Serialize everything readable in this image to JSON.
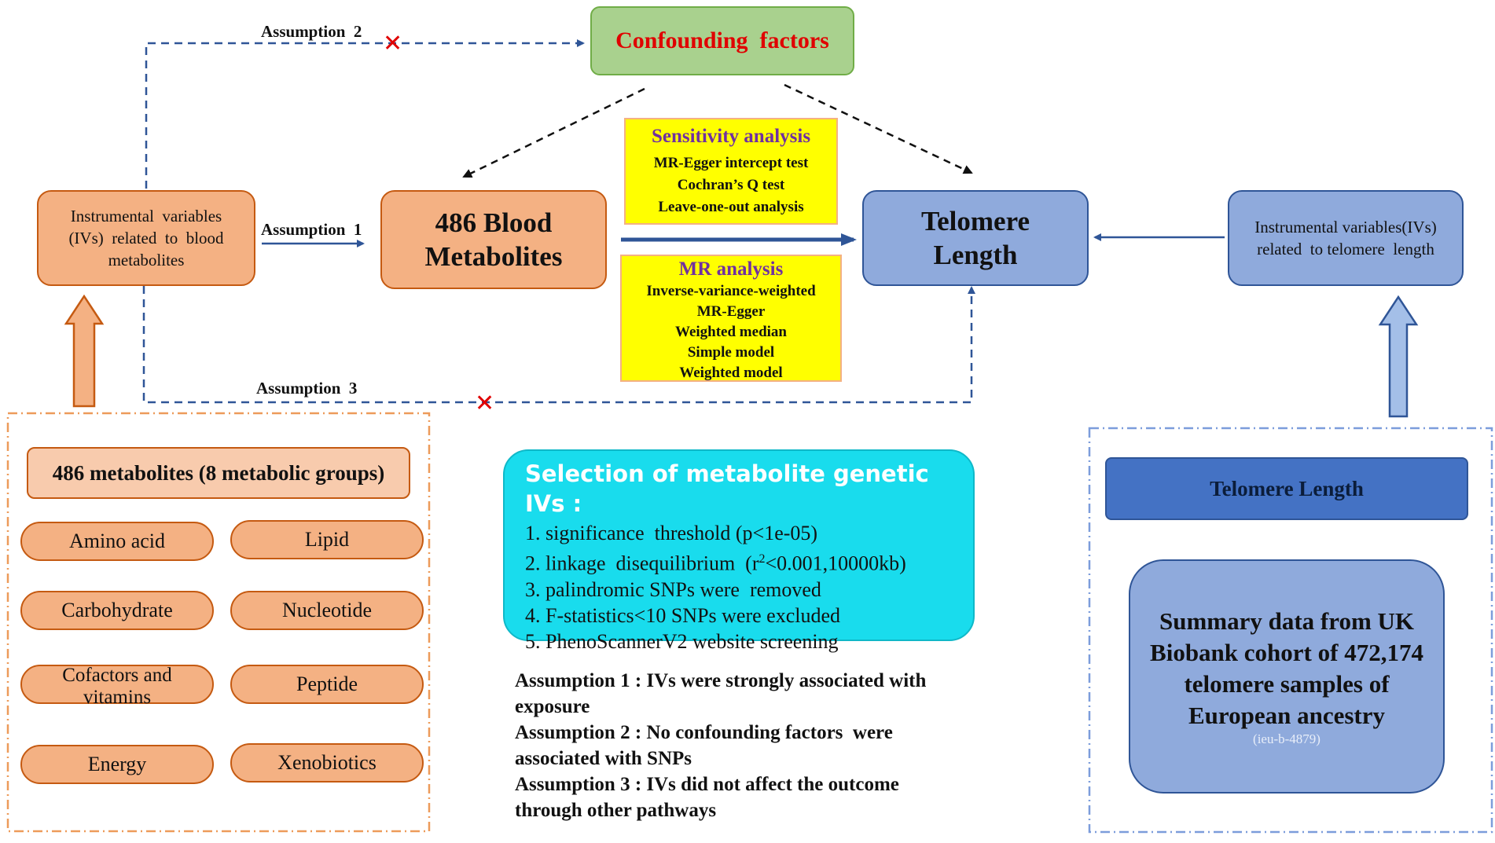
{
  "confounding": {
    "label": "Confounding  factors"
  },
  "assumption_labels": {
    "a1": "Assumption  1",
    "a2": "Assumption  2",
    "a3": "Assumption  3"
  },
  "cross_mark": "✕",
  "ivs_metabolites": {
    "line1": "Instrumental  variables",
    "line2": "(IVs)  related  to  blood",
    "line3": "metabolites"
  },
  "blood_metabolites": {
    "line1": "486 Blood",
    "line2": "Metabolites"
  },
  "telomere_box": {
    "line1": "Telomere",
    "line2": "Length"
  },
  "ivs_telomere": {
    "line1": "Instrumental variables(IVs)",
    "line2": "related  to telomere  length"
  },
  "sensitivity": {
    "title": "Sensitivity analysis",
    "items": [
      "MR-Egger intercept test",
      "Cochran’s Q test",
      "Leave-one-out analysis"
    ]
  },
  "mr_analysis": {
    "title": "MR analysis",
    "items": [
      "Inverse-variance-weighted",
      "MR-Egger",
      "Weighted median",
      "Simple model",
      "Weighted model"
    ]
  },
  "metabolite_groups": {
    "header": "486 metabolites (8 metabolic groups)",
    "items": [
      "Amino acid",
      "Lipid",
      "Carbohydrate",
      "Nucleotide",
      "Cofactors and vitamins",
      "Peptide",
      "Energy",
      "Xenobiotics"
    ]
  },
  "selection": {
    "title": "Selection of metabolite genetic IVs :",
    "item1": "1. significance  threshold (p<1e-05)",
    "item2_prefix": "2. linkage  disequilibrium  (r",
    "item2_sup": "2",
    "item2_suffix": "<0.001,10000kb)",
    "item3": "3. palindromic SNPs were  removed",
    "item4": "4. F-statistics<10 SNPs were excluded",
    "item5": "5. PhenoScannerV2 website screening"
  },
  "assumptions": {
    "a1_line1": "Assumption 1 : IVs were strongly associated with",
    "a1_line2": "exposure",
    "a2_line1": "Assumption 2 : No confounding factors  were",
    "a2_line2": "associated with SNPs",
    "a3_line1": "Assumption 3 : IVs did not affect the outcome",
    "a3_line2": "through other pathways"
  },
  "telomere_source": {
    "header": "Telomere Length",
    "summary": "Summary data from UK Biobank cohort of 472,174 telomere samples of European ancestry",
    "id": "(ieu-b-4879)"
  },
  "colors": {
    "orange_fill": "#f4b183",
    "orange_border": "#c55a11",
    "blue_fill": "#8faadc",
    "blue_border": "#2f5597",
    "dark_blue": "#4472c4",
    "green_fill": "#a9d18e",
    "yellow": "#ffff00",
    "cyan": "#19dced",
    "red_text": "#e00000",
    "purple_text": "#7030a0"
  }
}
